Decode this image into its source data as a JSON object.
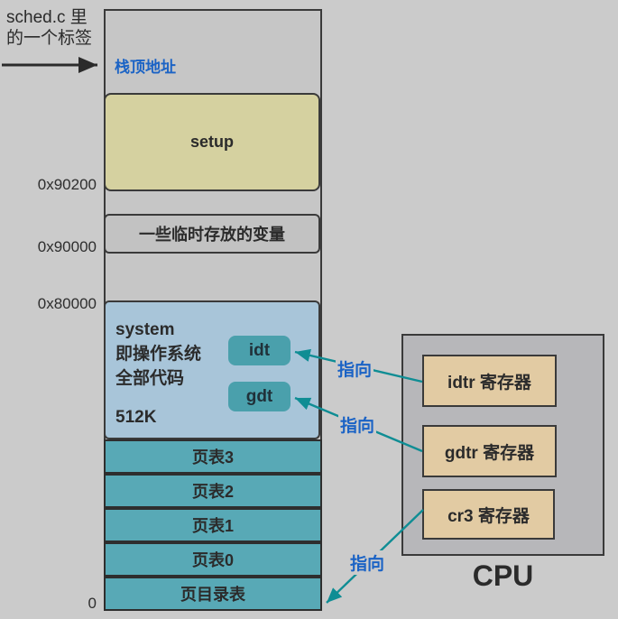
{
  "colors": {
    "background": "#cbcbcb",
    "accent_blue": "#1b63c5",
    "arrow_teal": "#0f8d94",
    "setup_fill": "#d5d1a0",
    "system_fill": "#a8c5d9",
    "idt_gdt_fill": "#4aa0ac",
    "page_table_fill": "#58a9b6",
    "register_fill": "#e2cba3",
    "cpu_box_fill": "#b7b7ba"
  },
  "annotation": {
    "line1": "sched.c 里",
    "line2": "的一个标签"
  },
  "memory": {
    "stack_top_label": "栈顶地址",
    "setup_label": "setup",
    "temp_vars_label": "一些临时存放的变量",
    "system": {
      "name": "system",
      "desc_line1": "即操作系统",
      "desc_line2": "全部代码",
      "size": "512K",
      "idt_label": "idt",
      "gdt_label": "gdt"
    },
    "page_tables": [
      "页表3",
      "页表2",
      "页表1",
      "页表0",
      "页目录表"
    ],
    "addresses": {
      "a90200": "0x90200",
      "a90000": "0x90000",
      "a80000": "0x80000",
      "zero": "0"
    }
  },
  "cpu": {
    "label": "CPU",
    "registers": {
      "idtr": "idtr 寄存器",
      "gdtr": "gdtr 寄存器",
      "cr3": "cr3 寄存器"
    }
  },
  "pointers": {
    "idt": "指向",
    "gdt": "指向",
    "cr3": "指向"
  }
}
